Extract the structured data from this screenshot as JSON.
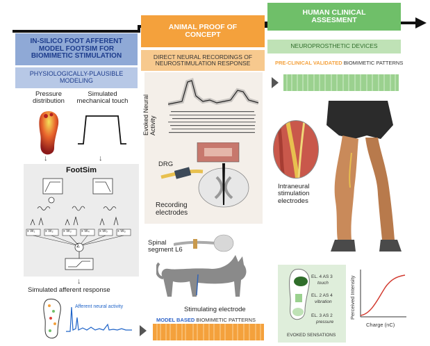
{
  "columns": {
    "silico": {
      "title": "IN-SILICO FOOT AFFERENT MODEL FOOTSIM FOR BIOMIMETIC STIMULATION",
      "title_color": "#1d3c8c",
      "bg_color": "#8fa9d6",
      "subtitle": "PHYSIOLOGICALLY-PLAUSIBLE MODELING",
      "subtitle_bg": "#b7c8e6",
      "pressure_label": "Pressure distribution",
      "touch_label": "Simulated mechanical touch",
      "footsim_label": "FootSim",
      "weights": [
        "x W₁",
        "x W₂",
        "x W₃",
        "x W₄",
        "x W₅",
        "x W₆"
      ],
      "sum_symbol": "Σ",
      "response_label": "Simulated  afferent response",
      "activity_label": "Afferent neural activity"
    },
    "animal": {
      "title": "ANIMAL PROOF OF CONCEPT",
      "bg_color": "#f4a13c",
      "subtitle": "DIRECT NEURAL RECORDINGS OF NEUROSTIMULATION RESPONSE",
      "subtitle_bg": "#f7c98e",
      "evoked_label": "Evoked Neural Activity",
      "drg_label": "DRG",
      "recording_label": "Recording electrodes",
      "spinal_label": "Spinal segment L6",
      "stim_label": "Stimulating electrode",
      "pattern_prefix": "MODEL BASED",
      "pattern_suffix": "BIOMIMETIC PATTERNS",
      "pattern_prefix_color": "#2f64c8"
    },
    "human": {
      "title": "HUMAN CLINICAL ASSESMENT",
      "bg_color": "#6fbf69",
      "subtitle": "NEUROPROSTHETIC DEVICES",
      "subtitle_bg": "#bfe2b6",
      "pattern_prefix": "PRE-CLINICAL VALIDATED",
      "pattern_suffix": "BIOMIMETIC PATTERNS",
      "pattern_prefix_color": "#f4a13c",
      "intraneural_label": "Intraneural stimulation electrodes",
      "el1": "EL. 4 AS 3",
      "el1_sub": "touch",
      "el2": "EL. 2 AS 4",
      "el2_sub": "vibration",
      "el3": "EL. 3 AS 2",
      "el3_sub": "pressure",
      "evoked_sensations": "EVOKED SENSATIONS",
      "y_axis": "Perceived Intensity",
      "x_axis": "Charge (nC)"
    }
  }
}
